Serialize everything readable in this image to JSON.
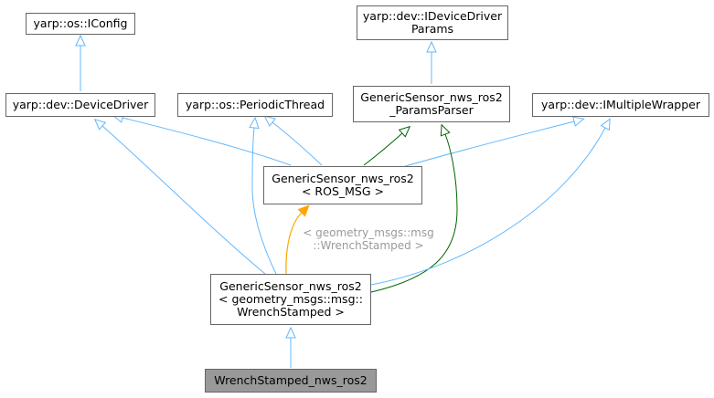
{
  "nodes": {
    "iconfig": {
      "lines": [
        "yarp::os::IConfig"
      ]
    },
    "idevicedriverparams": {
      "lines": [
        "yarp::dev::IDeviceDriver",
        "Params"
      ]
    },
    "devicedriver": {
      "lines": [
        "yarp::dev::DeviceDriver"
      ]
    },
    "periodicthread": {
      "lines": [
        "yarp::os::PeriodicThread"
      ]
    },
    "paramsparser": {
      "lines": [
        "GenericSensor_nws_ros2",
        "_ParamsParser"
      ]
    },
    "imultiplewrapper": {
      "lines": [
        "yarp::dev::IMultipleWrapper"
      ]
    },
    "template": {
      "lines": [
        "GenericSensor_nws_ros2",
        "< ROS_MSG >"
      ]
    },
    "specialization": {
      "lines": [
        "GenericSensor_nws_ros2",
        "< geometry_msgs::msg::",
        "WrenchStamped >"
      ]
    },
    "current": {
      "lines": [
        "WrenchStamped_nws_ros2"
      ]
    }
  },
  "edge_label": {
    "lines": [
      "< geometry_msgs::msg",
      "::WrenchStamped >"
    ]
  },
  "colors": {
    "inheritance": "#63b8ff",
    "protected_inheritance": "#006400",
    "template_instance": "#ffa500",
    "node_border": "#666666",
    "current_fill": "#999999",
    "edge_label_text": "#9a9a9a"
  }
}
